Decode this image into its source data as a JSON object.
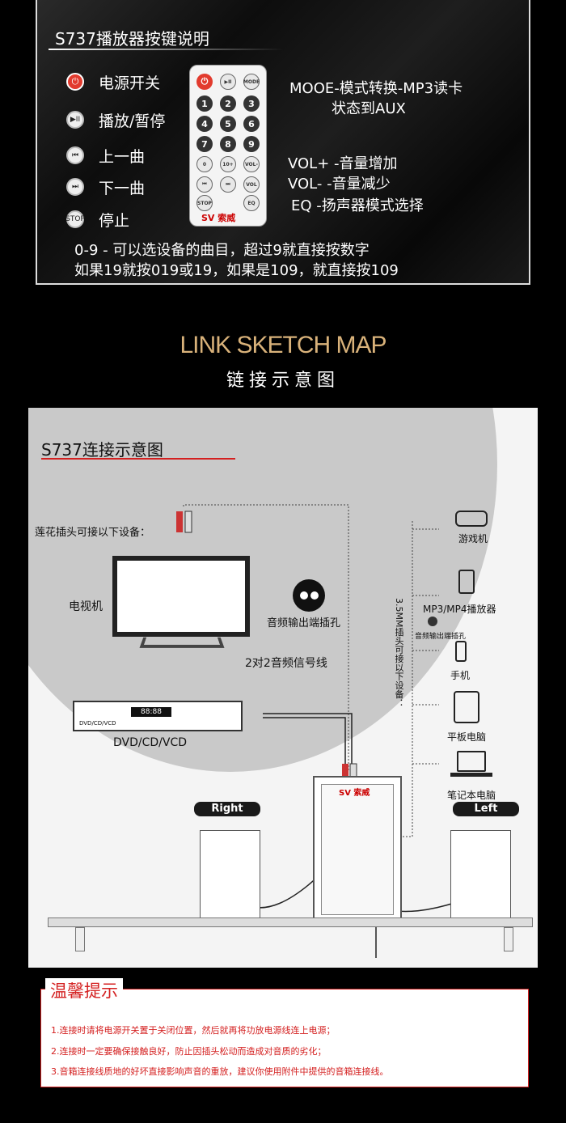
{
  "panel": {
    "title": "S737播放器按键说明",
    "legend": [
      {
        "icon": "power-icon",
        "label": "电源开关"
      },
      {
        "icon": "play-pause-icon",
        "label": "播放/暂停"
      },
      {
        "icon": "previous-track-icon",
        "label": "上一曲"
      },
      {
        "icon": "next-track-icon",
        "label": "下一曲"
      },
      {
        "icon": "stop-icon",
        "label": "停止"
      }
    ],
    "remote": {
      "buttons": [
        "⏻",
        "▶II",
        "MODE",
        "1",
        "2",
        "3",
        "4",
        "5",
        "6",
        "7",
        "8",
        "9",
        "0",
        "10+",
        "VOL-",
        "⏮",
        "⏭",
        "VOL",
        "STOP",
        "EQ"
      ],
      "brand": "SV 索威"
    },
    "notes": {
      "mode_line1": "MOOE-模式转换-MP3读卡",
      "mode_line2": "状态到AUX",
      "vol_plus": "VOL+ -音量增加",
      "vol_minus": "VOL- -音量减少",
      "eq": "EQ  -扬声器模式选择",
      "digits_line1": "0-9 - 可以选设备的曲目，超过9就直接按数字",
      "digits_line2": "如果19就按019或19，如果是109，就直接按109"
    }
  },
  "heading": {
    "en": "LINK SKETCH MAP",
    "cn": "链接示意图"
  },
  "diagram": {
    "title": "S737连接示意图",
    "rca_note": "莲花插头可接以下设备：",
    "tv_label": "电视机",
    "jack_label": "音频输出端插孔",
    "cable_label": "2对2音频信号线",
    "dvd_display": "88:88",
    "dvd_panel_text": "DVD/CD/VCD",
    "dvd_label": "DVD/CD/VCD",
    "aux_note": "3.5MM插头可接以下设备：",
    "devices": {
      "game": "游戏机",
      "mp3": "MP3/MP4播放器",
      "jack_small": "音频输出端插孔",
      "phone": "手机",
      "tablet": "平板电脑",
      "laptop": "笔记本电脑"
    },
    "right_label": "Right",
    "left_label": "Left",
    "speaker_brand": "SV 索威"
  },
  "tips": {
    "title": "温馨提示",
    "items": [
      "1.连接时请将电源开关置于关闭位置，然后就再将功放电源线连上电源；",
      "2.连接时一定要确保接触良好，防止因插头松动而造成对音质的劣化；",
      "3.音箱连接线质地的好坏直接影响声音的重放，建议你使用附件中提供的音箱连接线。"
    ]
  }
}
